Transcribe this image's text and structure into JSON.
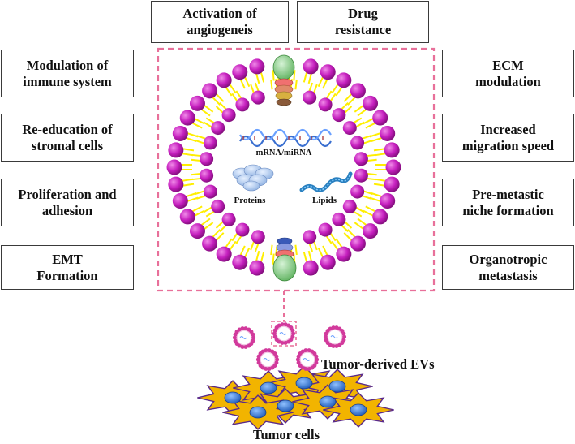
{
  "boxes": {
    "angiogenesis": {
      "line1": "Activation of",
      "line2": "angiogeneis"
    },
    "drug": {
      "line1": "Drug",
      "line2": "resistance"
    },
    "immune": {
      "line1": "Modulation of",
      "line2": "immune system"
    },
    "stromal": {
      "line1": "Re-education of",
      "line2": "stromal cells"
    },
    "proliferation": {
      "line1": "Proliferation and",
      "line2": "adhesion"
    },
    "emt": {
      "line1": "EMT",
      "line2": "Formation"
    },
    "ecm": {
      "line1": "ECM",
      "line2": "modulation"
    },
    "migration": {
      "line1": "Increased",
      "line2": "migration speed"
    },
    "niche": {
      "line1": "Pre-metastic",
      "line2": "niche formation"
    },
    "organotropic": {
      "line1": "Organotropic",
      "line2": "metastasis"
    }
  },
  "vesicle": {
    "rna_label": "mRNA/miRNA",
    "proteins_label": "Proteins",
    "lipids_label": "Lipids"
  },
  "labels": {
    "evs": "Tumor-derived EVs",
    "cells": "Tumor cells"
  },
  "colors": {
    "lipid_head": "#c51fbe",
    "lipid_tail": "#ffee00",
    "dashed_frame": "#e8709a",
    "tumor_cell": "#f2b400",
    "nucleus": "#2e70d6",
    "membrane_protein": "#8fd18f"
  }
}
